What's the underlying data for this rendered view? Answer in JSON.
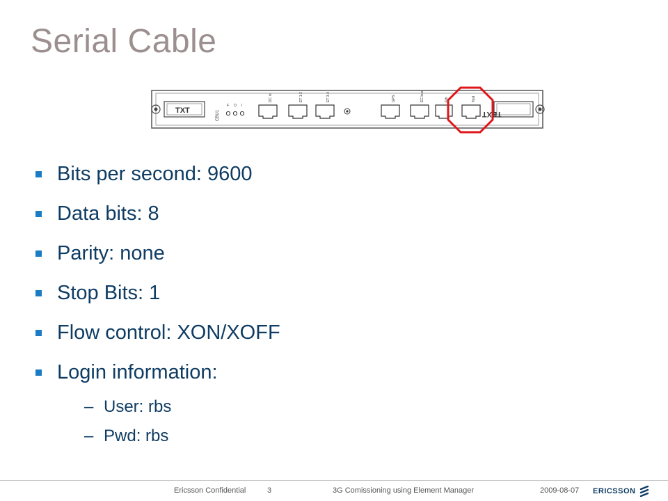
{
  "slide": {
    "title": "Serial Cable"
  },
  "board": {
    "left_label": "TXT",
    "right_label": "TEXT",
    "unit_label": "CBU1",
    "led_labels": [
      "F",
      "O",
      "I"
    ],
    "ports": [
      {
        "label": "DC in"
      },
      {
        "label": "ET 1-2"
      },
      {
        "label": "ET 3-4"
      },
      {
        "label": "GPS"
      },
      {
        "label": "EC bus"
      },
      {
        "label": "Eth"
      },
      {
        "label": "Test"
      }
    ],
    "highlight_color": "#e0161b"
  },
  "bullets": [
    {
      "text": "Bits per second: 9600"
    },
    {
      "text": "Data bits: 8"
    },
    {
      "text": "Parity: none"
    },
    {
      "text": "Stop Bits: 1"
    },
    {
      "text": "Flow control: XON/XOFF"
    },
    {
      "text": "Login information:"
    }
  ],
  "sub_bullets": [
    {
      "dash": "–",
      "text": "User: rbs"
    },
    {
      "dash": "–",
      "text": "Pwd: rbs"
    }
  ],
  "footer": {
    "confidential": "Ericsson Confidential",
    "page": "3",
    "course": "3G Comissioning using Element Manager",
    "date": "2009-08-07",
    "logo": "ERICSSON"
  },
  "colors": {
    "title": "#9c8f8f",
    "bullet_text": "#0f3c63",
    "bullet_marker": "#1a7cc4"
  }
}
